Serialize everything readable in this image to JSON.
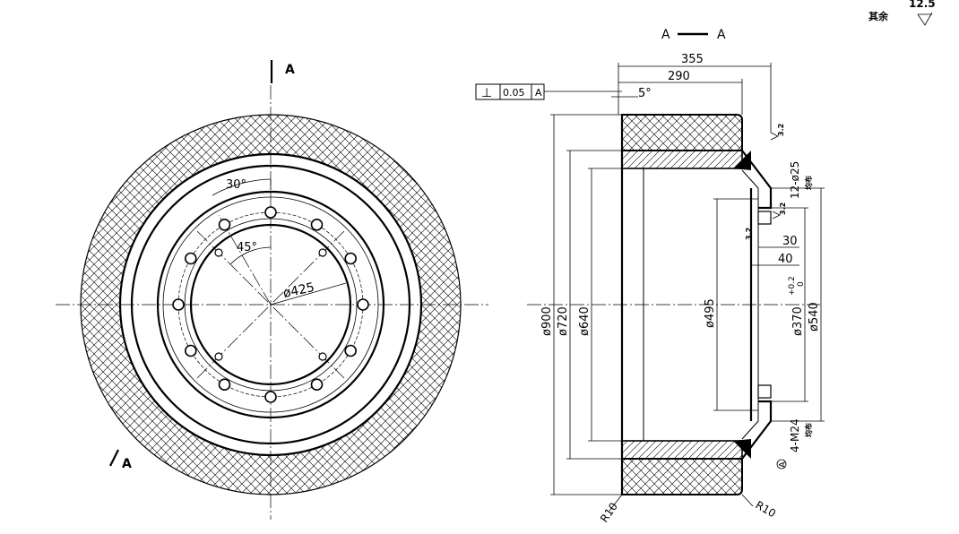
{
  "surface_note": {
    "label": "其余",
    "value": "12.5"
  },
  "section": {
    "marker_left": "A",
    "marker_right": "A",
    "marker_bottom": "A"
  },
  "front_view": {
    "angle_30": "30°",
    "angle_45": "45°",
    "dia_425": "ø425"
  },
  "side_view": {
    "tolerance": {
      "symbol": "⊥",
      "value": "0.05",
      "datum": "A"
    },
    "dim_355": "355",
    "dim_290": "290",
    "angle_5": "5°",
    "dim_900": "ø900",
    "dim_720": "ø720",
    "dim_640": "ø640",
    "dim_495": "ø495",
    "dim_370": "ø370",
    "dim_370_tol": "+0.2",
    "dim_370_tol2": "0",
    "dim_540": "ø540",
    "dim_30": "30",
    "dim_40": "40",
    "holes_12": "12-ø25",
    "holes_4": "4-M24",
    "r10_left": "R10",
    "r10_right": "R10",
    "rough_32a": "3.2",
    "rough_32b": "3.2",
    "rough_32c": "3.2",
    "through_a": "均布",
    "through_b": "均布",
    "datum_a": "A"
  }
}
